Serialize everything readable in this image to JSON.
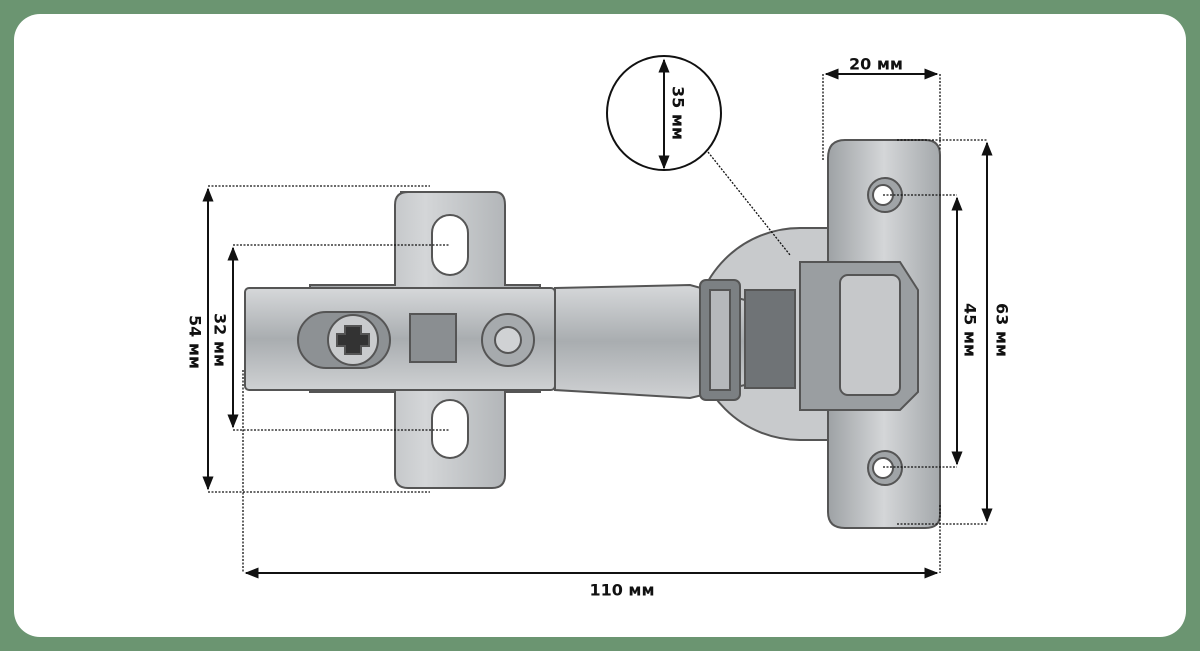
{
  "dimensions": {
    "cup_diameter": "35 мм",
    "plate_width": "20 мм",
    "plate_height": "63 мм",
    "hole_spacing": "45 мм",
    "mount_height": "54 мм",
    "mount_hole_spacing": "32 мм",
    "total_length": "110 мм"
  },
  "colors": {
    "background": "#6b9571",
    "card": "#ffffff",
    "line": "#111111",
    "metal": "#b9bcbf"
  }
}
